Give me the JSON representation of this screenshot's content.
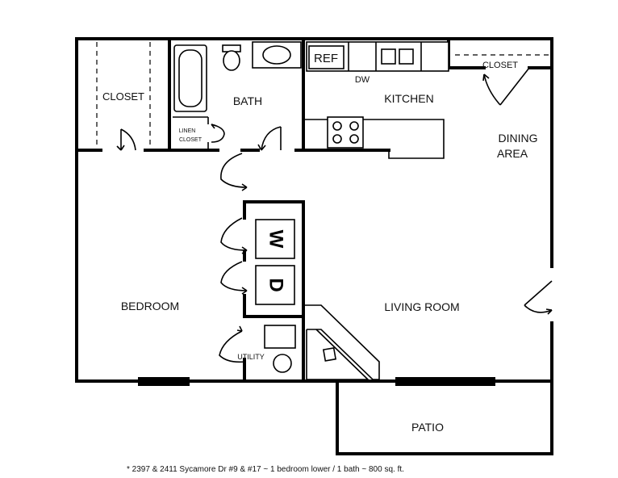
{
  "rooms": {
    "closet_bedroom": "CLOSET",
    "bath": "BATH",
    "linen_line1": "LINEN",
    "linen_line2": "CLOSET",
    "kitchen": "KITCHEN",
    "closet_dining": "CLOSET",
    "dining_line1": "DINING",
    "dining_line2": "AREA",
    "bedroom": "BEDROOM",
    "living_room": "LIVING ROOM",
    "patio": "PATIO",
    "utility": "UTILITY"
  },
  "appliances": {
    "refrigerator": "REF",
    "dishwasher": "DW",
    "washer": "W",
    "dryer": "D"
  },
  "footnote": "* 2397 & 2411 Sycamore Dr #9 & #17 ~ 1 bedroom lower / 1 bath ~ 800 sq. ft."
}
